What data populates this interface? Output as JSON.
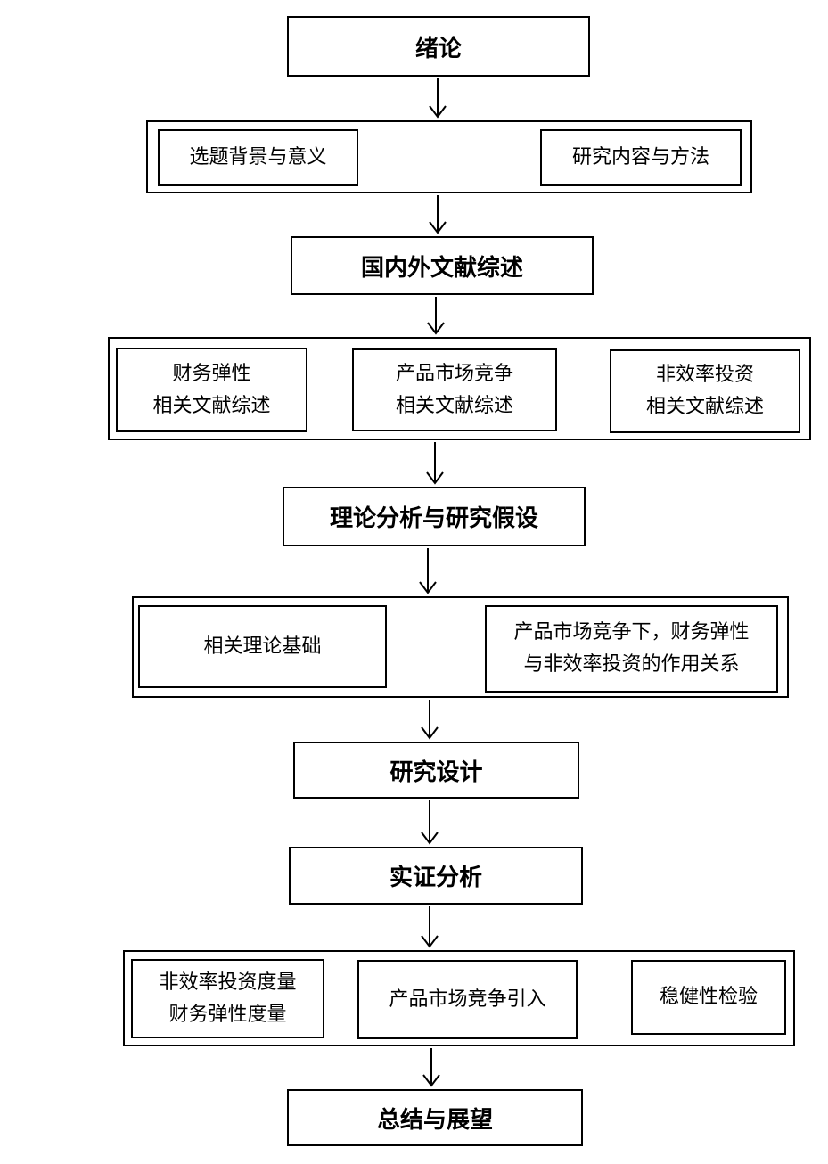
{
  "steps": {
    "intro": "绪论",
    "review": "国内外文献综述",
    "theory": "理论分析与研究假设",
    "design": "研究设计",
    "empirical": "实证分析",
    "conclusion": "总结与展望"
  },
  "group1": {
    "background": "选题背景与意义",
    "method": "研究内容与方法"
  },
  "group2": {
    "flex_line1": "财务弹性",
    "flex_line2": "相关文献综述",
    "comp_line1": "产品市场竞争",
    "comp_line2": "相关文献综述",
    "inv_line1": "非效率投资",
    "inv_line2": "相关文献综述"
  },
  "group3": {
    "basis": "相关理论基础",
    "rel_line1": "产品市场竞争下，财务弹性",
    "rel_line2": "与非效率投资的作用关系"
  },
  "group4": {
    "measure_line1": "非效率投资度量",
    "measure_line2": "财务弹性度量",
    "intro_comp": "产品市场竞争引入",
    "robust": "稳健性检验"
  }
}
